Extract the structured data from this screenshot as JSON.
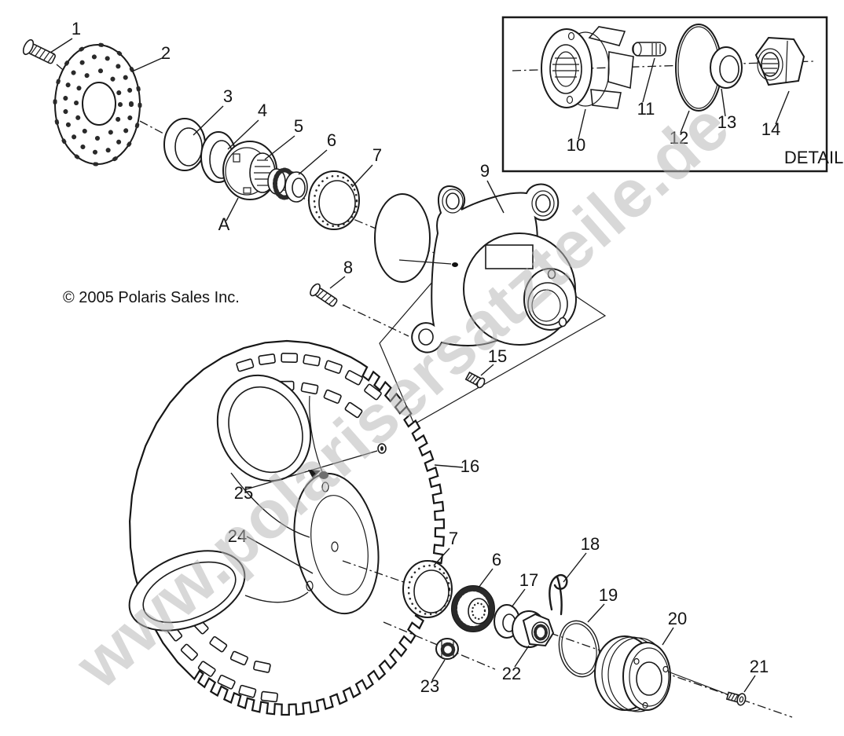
{
  "diagram": {
    "copyright": "© 2005 Polaris Sales Inc.",
    "watermark": "www.polarisersatzteile.de",
    "detail_inset": {
      "label": "DETAIL A"
    },
    "callouts": [
      {
        "label": "1"
      },
      {
        "label": "2"
      },
      {
        "label": "3"
      },
      {
        "label": "4"
      },
      {
        "label": "5"
      },
      {
        "label": "6"
      },
      {
        "label": "7"
      },
      {
        "label": "A"
      },
      {
        "label": "8"
      },
      {
        "label": "9"
      },
      {
        "label": "15"
      },
      {
        "label": "16"
      },
      {
        "label": "25"
      },
      {
        "label": "24"
      },
      {
        "label": "7"
      },
      {
        "label": "6"
      },
      {
        "label": "17"
      },
      {
        "label": "18"
      },
      {
        "label": "19"
      },
      {
        "label": "20"
      },
      {
        "label": "21"
      },
      {
        "label": "22"
      },
      {
        "label": "23"
      },
      {
        "label": "10"
      },
      {
        "label": "11"
      },
      {
        "label": "12"
      },
      {
        "label": "13"
      },
      {
        "label": "14"
      }
    ]
  }
}
